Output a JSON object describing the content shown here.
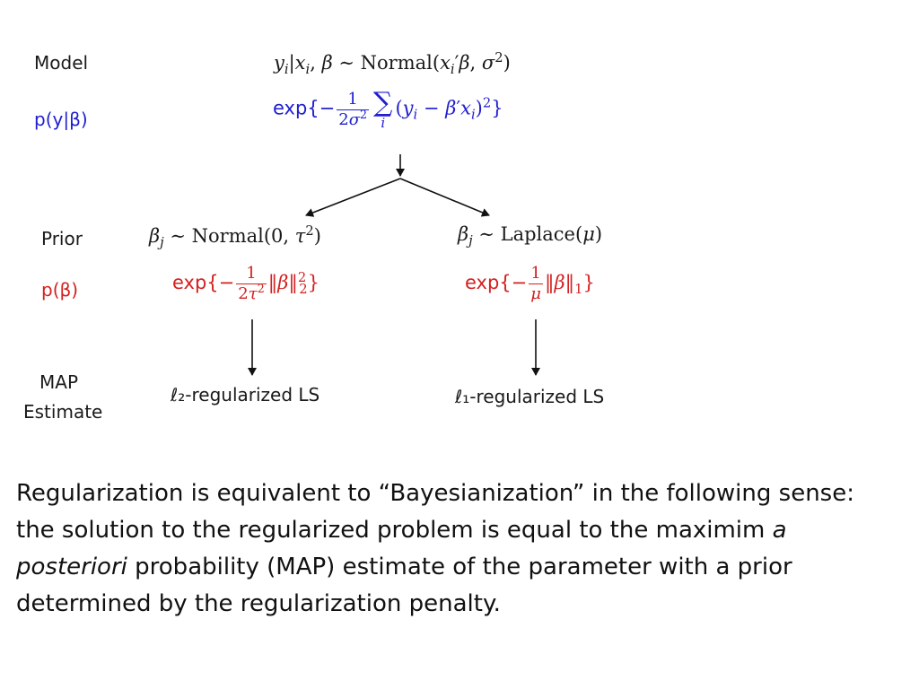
{
  "row_labels": {
    "model": "Model",
    "likelihood": "p(y|β)",
    "prior": "Prior",
    "prior_density": "p(β)",
    "map_line1": "MAP",
    "map_line2": "Estimate"
  },
  "model": {
    "expression": "y_i|x_i, β ∼ Normal(x_i'β, σ²)",
    "likelihood_expression": "exp{−(1/(2σ²)) Σ_i (y_i − β'x_i)²}"
  },
  "left_branch": {
    "prior": "β_j ∼ Normal(0, τ²)",
    "density": "exp{−(1/(2τ²)) ‖β‖₂²}",
    "estimate": "ℓ₂-regularized LS"
  },
  "right_branch": {
    "prior": "β_j ∼ Laplace(μ)",
    "density": "exp{−(1/μ) ‖β‖₁}",
    "estimate": "ℓ₁-regularized LS"
  },
  "paragraph": {
    "before_em": "Regularization is equivalent to “Bayesianization” in the following sense: the solution to the regularized problem is equal to the maximim ",
    "em": "a posteriori",
    "after_em": " probability (MAP) estimate of the parameter with a prior determined by the regularization penalty."
  },
  "colors": {
    "likelihood": "#1f1fd0",
    "prior_density": "#d42020",
    "text": "#1a1a1a"
  }
}
